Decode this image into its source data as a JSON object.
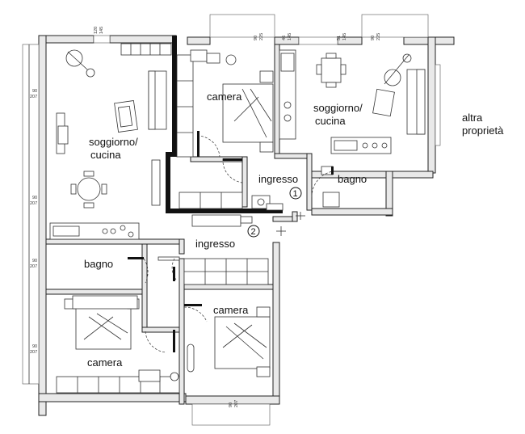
{
  "rooms": {
    "left_living_1": "soggiorno/",
    "left_living_2": "cucina",
    "right_living_1": "soggiorno/",
    "right_living_2": "cucina",
    "camera_top": "camera",
    "camera_mid": "camera",
    "camera_bottom": "camera",
    "ingresso_1": "ingresso",
    "ingresso_2": "ingresso",
    "bagno_right": "bagno",
    "bagno_left": "bagno"
  },
  "neighbor": {
    "line1": "altra",
    "line2": "proprietà"
  },
  "markers": {
    "unit1": "1",
    "unit2": "2"
  },
  "dims": {
    "d1a": "120",
    "d1b": "145",
    "d2a": "90",
    "d2b": "225",
    "d3a": "46",
    "d3b": "145",
    "d4a": "51",
    "d4b": "145",
    "d5a": "90",
    "d5b": "225",
    "d6a": "90",
    "d6b": "207",
    "d7a": "90",
    "d7b": "207",
    "d8a": "90",
    "d8b": "207",
    "d9a": "90",
    "d9b": "207",
    "d10a": "90",
    "d10b": "207"
  }
}
